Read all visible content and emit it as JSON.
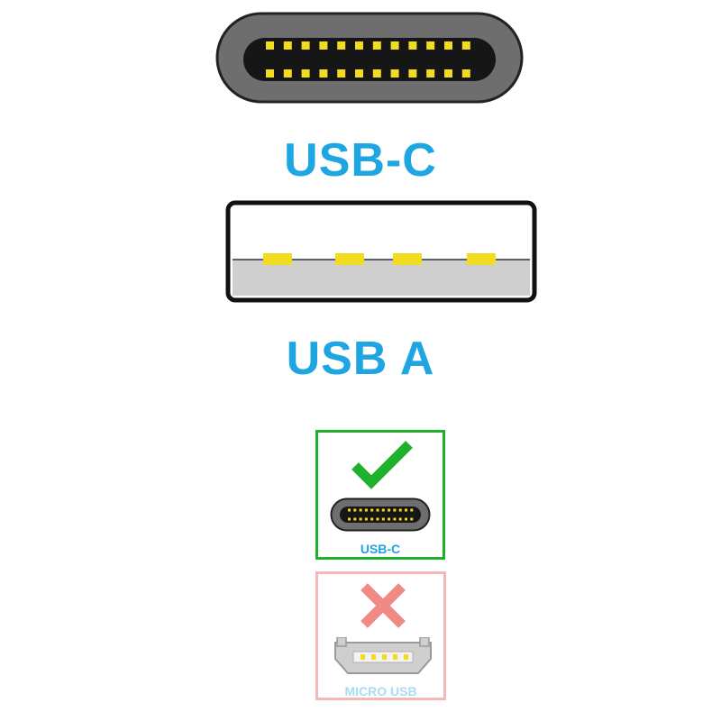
{
  "connectors": {
    "usb_c": {
      "label": "USB-C",
      "pin_count_per_row": 12,
      "pin_rows": 2
    },
    "usb_a": {
      "label": "USB A",
      "pin_count": 4
    }
  },
  "compatibility": {
    "supported": {
      "label": "USB-C",
      "status_icon": "check-icon",
      "status": "compatible"
    },
    "unsupported": {
      "label": "MICRO USB",
      "status_icon": "cross-icon",
      "status": "incompatible"
    }
  },
  "colors": {
    "label_blue": "#1ea6e2",
    "pin_yellow": "#f2dc1f",
    "connector_gray": "#6e6e6e",
    "connector_dark": "#161616",
    "ok_green": "#1fb12b",
    "bad_red": "#f08a86",
    "bad_border": "#f5b8b5",
    "micro_label": "#a9dcf3"
  }
}
